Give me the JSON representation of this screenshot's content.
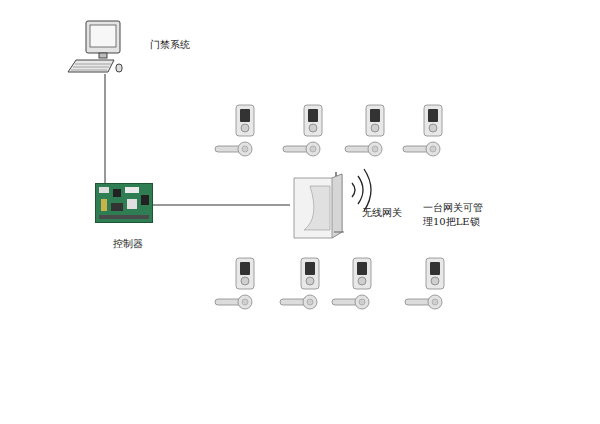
{
  "diagram": {
    "nodes": [
      {
        "text": [
          "门禁系统"
        ]
      },
      {
        "text": [
          "控制器"
        ]
      },
      {
        "text": [
          "无线网关"
        ]
      }
    ],
    "edges": [
      {
        "from": 0,
        "to": 1,
        "arrow": "none"
      },
      {
        "from": 1,
        "to": 2,
        "arrow": "none"
      }
    ],
    "labels": [
      "一台网关可管理10把LE锁"
    ]
  }
}
